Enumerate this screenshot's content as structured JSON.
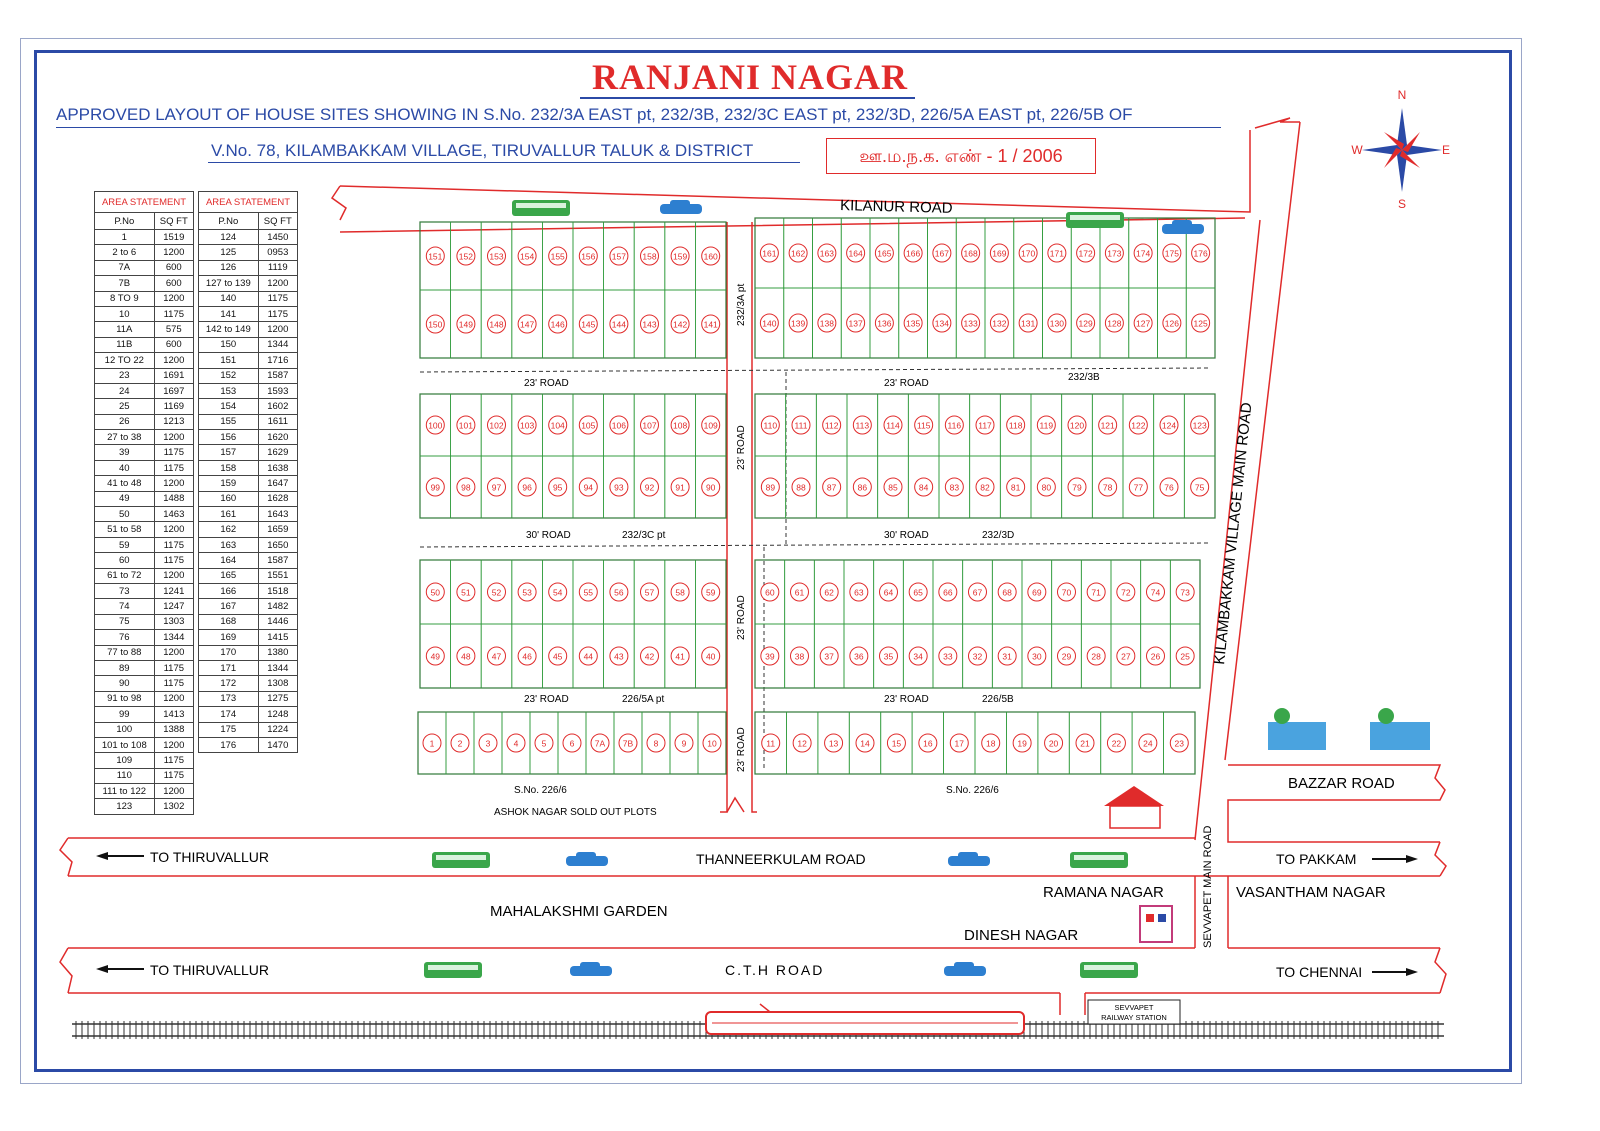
{
  "title": "RANJANI NAGAR",
  "subtitle_line1": "APPROVED LAYOUT OF HOUSE SITES SHOWING IN S.No. 232/3A EAST pt, 232/3B, 232/3C EAST pt, 232/3D, 226/5A EAST pt, 226/5B OF",
  "subtitle_line2": "V.No. 78, KILAMBAKKAM VILLAGE, TIRUVALLUR TALUK & DISTRICT",
  "approval_no": "ஊ.ம.ந.க. எண் - 1 / 2006",
  "compass": {
    "n": "N",
    "s": "S",
    "e": "E",
    "w": "W"
  },
  "area_table_1": {
    "heading": "AREA STATEMENT",
    "col1": "P.No",
    "col2": "SQ FT",
    "rows": [
      [
        "1",
        "1519"
      ],
      [
        "2 to 6",
        "1200"
      ],
      [
        "7A",
        "600"
      ],
      [
        "7B",
        "600"
      ],
      [
        "8 TO 9",
        "1200"
      ],
      [
        "10",
        "1175"
      ],
      [
        "11A",
        "575"
      ],
      [
        "11B",
        "600"
      ],
      [
        "12 TO 22",
        "1200"
      ],
      [
        "23",
        "1691"
      ],
      [
        "24",
        "1697"
      ],
      [
        "25",
        "1169"
      ],
      [
        "26",
        "1213"
      ],
      [
        "27 to 38",
        "1200"
      ],
      [
        "39",
        "1175"
      ],
      [
        "40",
        "1175"
      ],
      [
        "41 to 48",
        "1200"
      ],
      [
        "49",
        "1488"
      ],
      [
        "50",
        "1463"
      ],
      [
        "51 to 58",
        "1200"
      ],
      [
        "59",
        "1175"
      ],
      [
        "60",
        "1175"
      ],
      [
        "61 to 72",
        "1200"
      ],
      [
        "73",
        "1241"
      ],
      [
        "74",
        "1247"
      ],
      [
        "75",
        "1303"
      ],
      [
        "76",
        "1344"
      ],
      [
        "77 to 88",
        "1200"
      ],
      [
        "89",
        "1175"
      ],
      [
        "90",
        "1175"
      ],
      [
        "91 to 98",
        "1200"
      ],
      [
        "99",
        "1413"
      ],
      [
        "100",
        "1388"
      ],
      [
        "101 to 108",
        "1200"
      ],
      [
        "109",
        "1175"
      ],
      [
        "110",
        "1175"
      ],
      [
        "111 to 122",
        "1200"
      ],
      [
        "123",
        "1302"
      ]
    ]
  },
  "area_table_2": {
    "heading": "AREA STATEMENT",
    "col1": "P.No",
    "col2": "SQ FT",
    "rows": [
      [
        "124",
        "1450"
      ],
      [
        "125",
        "0953"
      ],
      [
        "126",
        "1119"
      ],
      [
        "127 to 139",
        "1200"
      ],
      [
        "140",
        "1175"
      ],
      [
        "141",
        "1175"
      ],
      [
        "142 to 149",
        "1200"
      ],
      [
        "150",
        "1344"
      ],
      [
        "151",
        "1716"
      ],
      [
        "152",
        "1587"
      ],
      [
        "153",
        "1593"
      ],
      [
        "154",
        "1602"
      ],
      [
        "155",
        "1611"
      ],
      [
        "156",
        "1620"
      ],
      [
        "157",
        "1629"
      ],
      [
        "158",
        "1638"
      ],
      [
        "159",
        "1647"
      ],
      [
        "160",
        "1628"
      ],
      [
        "161",
        "1643"
      ],
      [
        "162",
        "1659"
      ],
      [
        "163",
        "1650"
      ],
      [
        "164",
        "1587"
      ],
      [
        "165",
        "1551"
      ],
      [
        "166",
        "1518"
      ],
      [
        "167",
        "1482"
      ],
      [
        "168",
        "1446"
      ],
      [
        "169",
        "1415"
      ],
      [
        "170",
        "1380"
      ],
      [
        "171",
        "1344"
      ],
      [
        "172",
        "1308"
      ],
      [
        "173",
        "1275"
      ],
      [
        "174",
        "1248"
      ],
      [
        "175",
        "1224"
      ],
      [
        "176",
        "1470"
      ]
    ]
  },
  "roads": {
    "kilanur": "KILANUR ROAD",
    "kilambakkam": "KILAMBAKKAM VILLAGE MAIN ROAD",
    "bazzar": "BAZZAR ROAD",
    "thanneerkulam": "THANNEERKULAM ROAD",
    "cth": "C.T.H ROAD",
    "sevvapet_main": "SEVVAPET MAIN ROAD",
    "to_thiruvallur_1": "TO THIRUVALLUR",
    "to_thiruvallur_2": "TO THIRUVALLUR",
    "to_pakkam": "TO PAKKAM",
    "to_chennai": "TO CHENNAI",
    "road_23": "23' ROAD",
    "road_30": "30' ROAD"
  },
  "survey_labels": {
    "s_232_3a": "232/3A pt",
    "s_232_3b": "232/3B",
    "s_232_3c": "232/3C pt",
    "s_232_3d": "232/3D",
    "s_226_5a": "226/5A pt",
    "s_226_5b": "226/5B",
    "s_226_6_left": "S.No. 226/6",
    "s_226_6_right": "S.No. 226/6"
  },
  "places": {
    "ashok": "ASHOK NAGAR SOLD OUT PLOTS",
    "mahalakshmi": "MAHALAKSHMI GARDEN",
    "ramana": "RAMANA NAGAR",
    "dinesh": "DINESH NAGAR",
    "vasantham": "VASANTHAM NAGAR",
    "railway": "SEVVAPET RAILWAY STATION"
  },
  "blocks": [
    {
      "id": "A",
      "top": [
        "151",
        "152",
        "153",
        "154",
        "155",
        "156",
        "157",
        "158",
        "159",
        "160"
      ],
      "bottom": [
        "150",
        "149",
        "148",
        "147",
        "146",
        "145",
        "144",
        "143",
        "142",
        "141"
      ]
    },
    {
      "id": "B",
      "top": [
        "161",
        "162",
        "163",
        "164",
        "165",
        "166",
        "167",
        "168",
        "169",
        "170",
        "171",
        "172",
        "173",
        "174",
        "175",
        "176"
      ],
      "bottom": [
        "140",
        "139",
        "138",
        "137",
        "136",
        "135",
        "134",
        "133",
        "132",
        "131",
        "130",
        "129",
        "128",
        "127",
        "126",
        "125"
      ]
    },
    {
      "id": "C",
      "top": [
        "100",
        "101",
        "102",
        "103",
        "104",
        "105",
        "106",
        "107",
        "108",
        "109"
      ],
      "bottom": [
        "99",
        "98",
        "97",
        "96",
        "95",
        "94",
        "93",
        "92",
        "91",
        "90"
      ]
    },
    {
      "id": "D",
      "top": [
        "110",
        "111",
        "112",
        "113",
        "114",
        "115",
        "116",
        "117",
        "118",
        "119",
        "120",
        "121",
        "122",
        "124",
        "123"
      ],
      "bottom": [
        "89",
        "88",
        "87",
        "86",
        "85",
        "84",
        "83",
        "82",
        "81",
        "80",
        "79",
        "78",
        "77",
        "76",
        "75"
      ]
    },
    {
      "id": "E",
      "top": [
        "50",
        "51",
        "52",
        "53",
        "54",
        "55",
        "56",
        "57",
        "58",
        "59"
      ],
      "bottom": [
        "49",
        "48",
        "47",
        "46",
        "45",
        "44",
        "43",
        "42",
        "41",
        "40"
      ]
    },
    {
      "id": "F",
      "top": [
        "60",
        "61",
        "62",
        "63",
        "64",
        "65",
        "66",
        "67",
        "68",
        "69",
        "70",
        "71",
        "72",
        "74",
        "73"
      ],
      "bottom": [
        "39",
        "38",
        "37",
        "36",
        "35",
        "34",
        "33",
        "32",
        "31",
        "30",
        "29",
        "28",
        "27",
        "26",
        "25"
      ]
    },
    {
      "id": "G",
      "top": [
        "1",
        "2",
        "3",
        "4",
        "5",
        "6",
        "7A",
        "7B",
        "8",
        "9",
        "10"
      ]
    },
    {
      "id": "H",
      "top": [
        "11",
        "12",
        "13",
        "14",
        "15",
        "16",
        "17",
        "18",
        "19",
        "20",
        "21",
        "22",
        "24",
        "23"
      ]
    }
  ],
  "colors": {
    "accent_red": "#e02b2b",
    "frame_blue": "#2b4aa6",
    "plot_green": "#2e9a3a",
    "bus_green": "#3aa64a",
    "car_blue": "#2d7fd0"
  }
}
